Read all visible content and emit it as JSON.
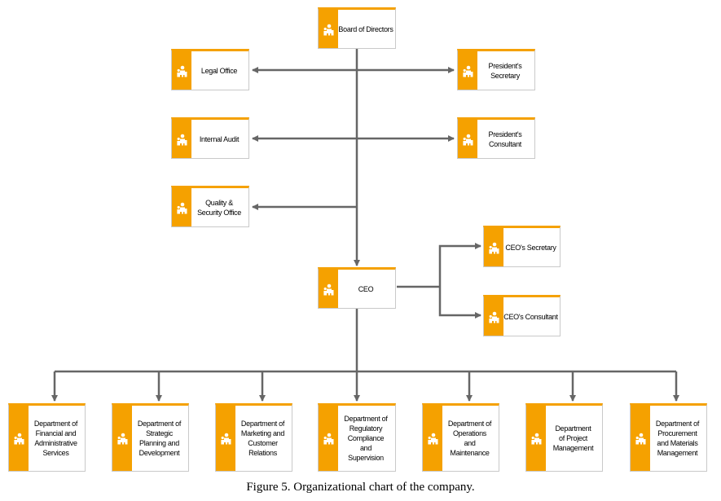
{
  "icon": "org-person-icon",
  "colors": {
    "accent": "#f5a100",
    "connector": "#666666",
    "border": "#c9c9c9"
  },
  "nodes": {
    "board": "Board of Directors",
    "legal": "Legal Office",
    "pres_secretary": "President's Secretary",
    "internal_audit": "Internal Audit",
    "pres_consultant": "President's Consultant",
    "quality": "Quality & Security Office",
    "ceo": "CEO",
    "ceo_secretary": "CEO's Secretary",
    "ceo_consultant": "CEO's Consultant",
    "dept_finance": "Department of Financial and Administrative Services",
    "dept_strategy": "Department of Strategic Planning and Development",
    "dept_marketing": "Department of Marketing and Customer Relations",
    "dept_regulatory": "Department of Regulatory Compliance and Supervision",
    "dept_operations": "Department of Operations and Maintenance",
    "dept_project": "Department of Project Management",
    "dept_procurement": "Department of Procurement and Materials Management"
  },
  "caption": "Figure 5. Organizational chart of the company."
}
